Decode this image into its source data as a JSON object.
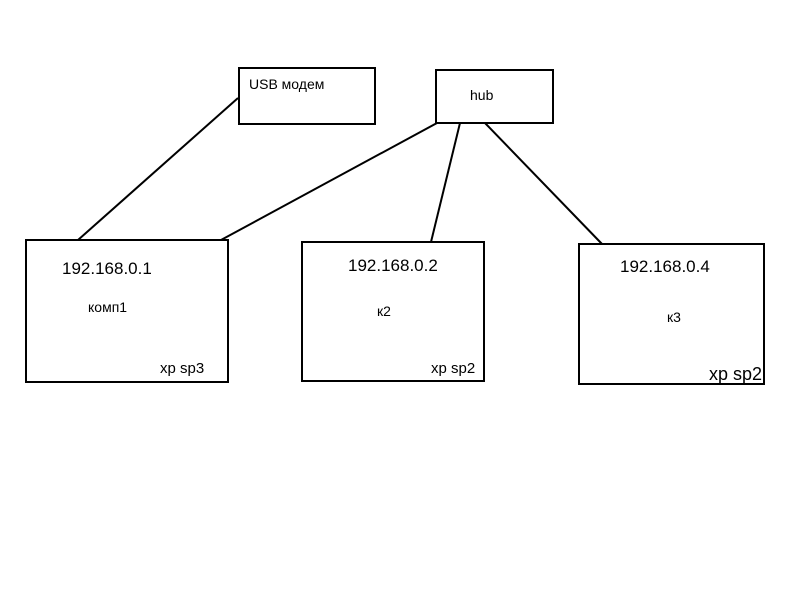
{
  "diagram": {
    "modem": {
      "label": "USB модем"
    },
    "hub": {
      "label": "hub"
    },
    "computers": [
      {
        "ip": "192.168.0.1",
        "name": "комп1",
        "os": "xp sp3"
      },
      {
        "ip": "192.168.0.2",
        "name": "к2",
        "os": "xp sp2"
      },
      {
        "ip": "192.168.0.4",
        "name": "к3",
        "os": "xp sp2"
      }
    ]
  }
}
